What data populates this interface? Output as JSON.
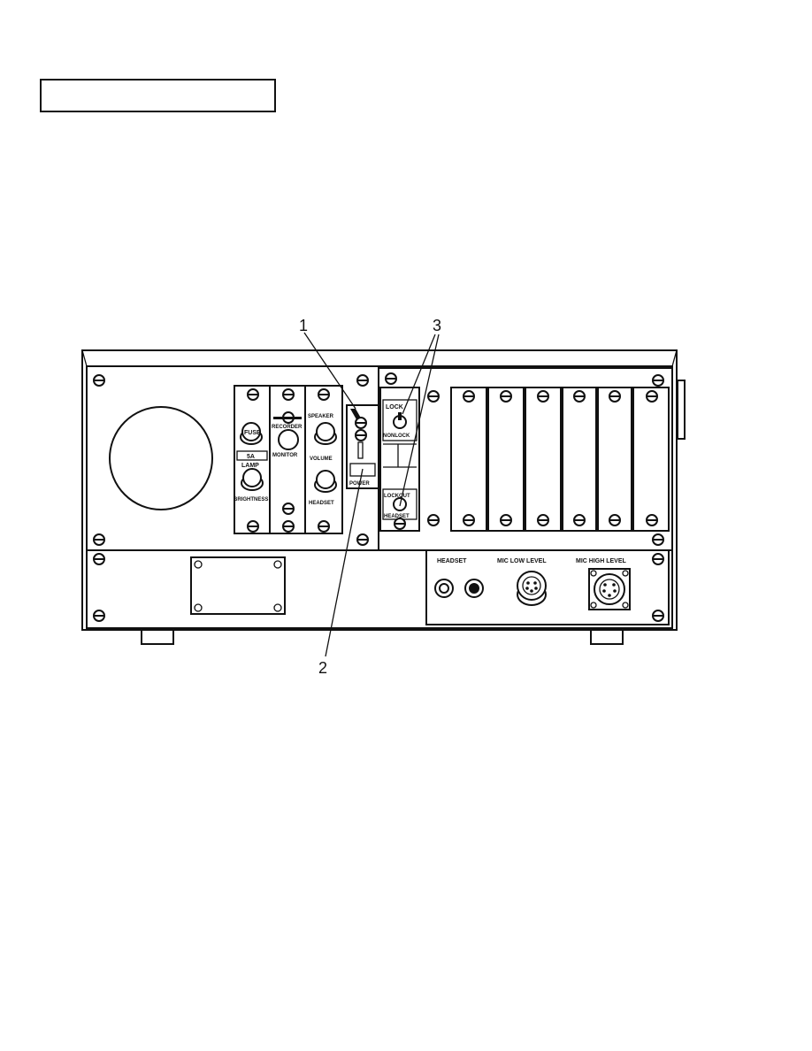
{
  "callouts": {
    "one": "1",
    "two": "2",
    "three": "3"
  },
  "controls": {
    "fuse": "FUSE",
    "fuse_rating": "5A",
    "lamp": "LAMP",
    "brightness": "BRIGHTNESS",
    "recorder": "RECORDER",
    "monitor": "MONITOR",
    "speaker": "SPEAKER",
    "volume": "VOLUME",
    "headset": "HEADSET",
    "power": "POWER",
    "lock": "LOCK",
    "nonlock": "NONLOCK",
    "lockout": "LOCKOUT",
    "lockout_headset": "HEADSET"
  },
  "connectors": {
    "headset": "HEADSET",
    "mic_low": "MIC LOW LEVEL",
    "mic_high": "MIC HIGH LEVEL"
  }
}
